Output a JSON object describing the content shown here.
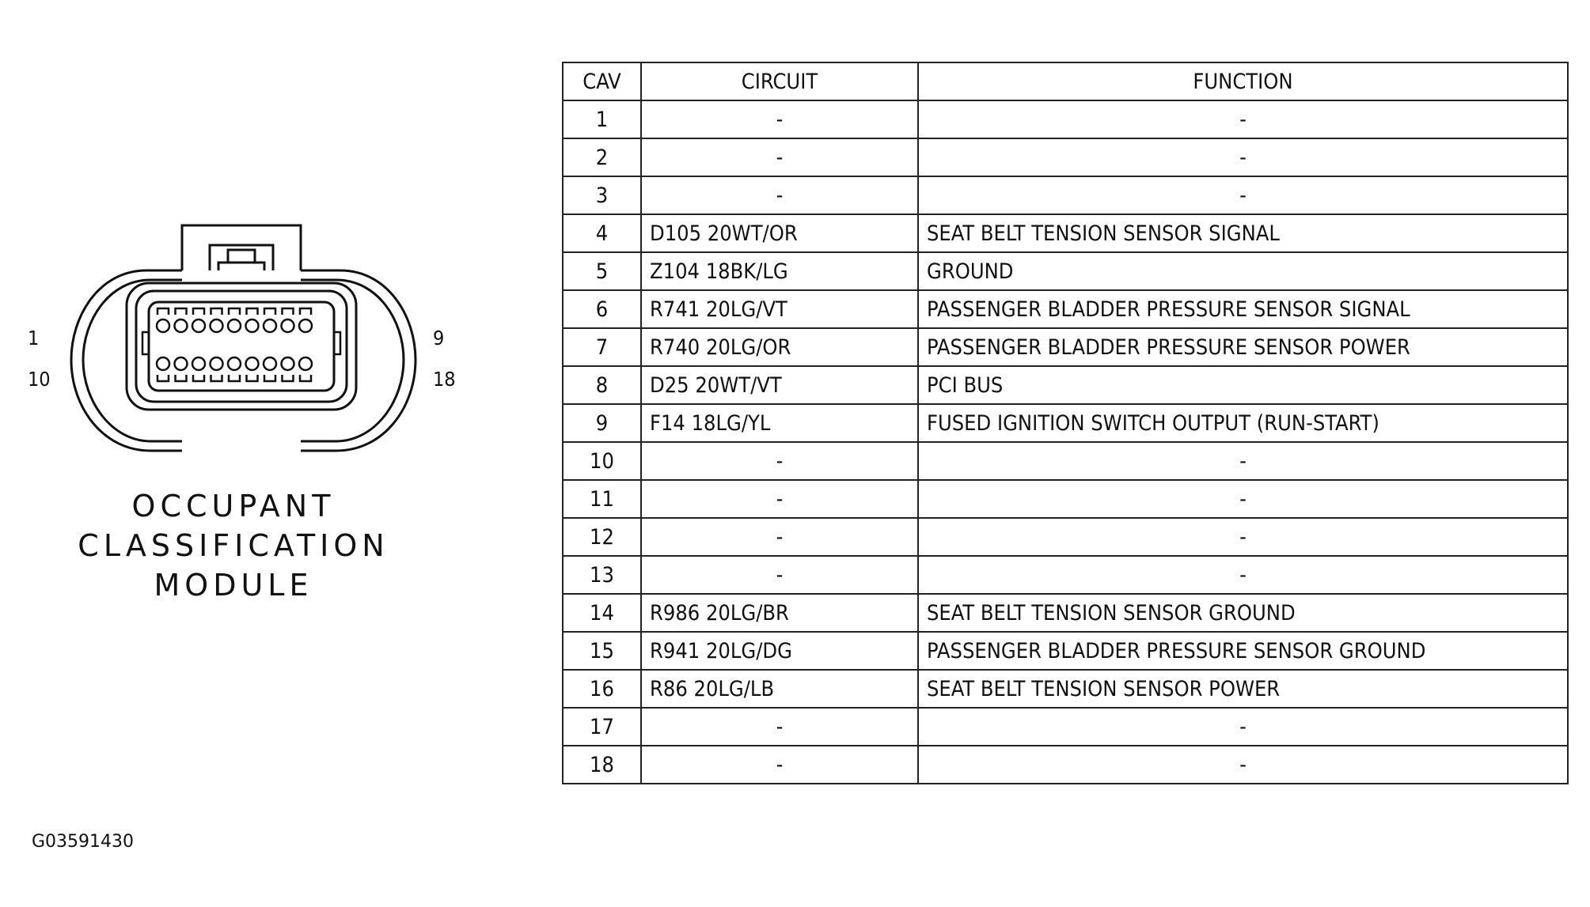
{
  "diagram": {
    "module_name_lines": [
      "OCCUPANT",
      "CLASSIFICATION",
      "MODULE"
    ],
    "pin_labels": {
      "top_left": "1",
      "bottom_left": "10",
      "top_right": "9",
      "bottom_right": "18"
    },
    "figure_code": "G03591430"
  },
  "table": {
    "headers": {
      "cav": "CAV",
      "circuit": "CIRCUIT",
      "function": "FUNCTION"
    },
    "rows": [
      {
        "cav": "1",
        "circuit": "-",
        "function": "-"
      },
      {
        "cav": "2",
        "circuit": "-",
        "function": "-"
      },
      {
        "cav": "3",
        "circuit": "-",
        "function": "-"
      },
      {
        "cav": "4",
        "circuit": "D105 20WT/OR",
        "function": "SEAT BELT TENSION SENSOR SIGNAL"
      },
      {
        "cav": "5",
        "circuit": "Z104 18BK/LG",
        "function": "GROUND"
      },
      {
        "cav": "6",
        "circuit": "R741 20LG/VT",
        "function": "PASSENGER BLADDER PRESSURE SENSOR SIGNAL"
      },
      {
        "cav": "7",
        "circuit": "R740 20LG/OR",
        "function": "PASSENGER BLADDER PRESSURE SENSOR POWER"
      },
      {
        "cav": "8",
        "circuit": "D25 20WT/VT",
        "function": "PCI BUS"
      },
      {
        "cav": "9",
        "circuit": "F14 18LG/YL",
        "function": "FUSED IGNITION SWITCH OUTPUT (RUN-START)"
      },
      {
        "cav": "10",
        "circuit": "-",
        "function": "-"
      },
      {
        "cav": "11",
        "circuit": "-",
        "function": "-"
      },
      {
        "cav": "12",
        "circuit": "-",
        "function": "-"
      },
      {
        "cav": "13",
        "circuit": "-",
        "function": "-"
      },
      {
        "cav": "14",
        "circuit": "R986 20LG/BR",
        "function": "SEAT BELT TENSION SENSOR GROUND"
      },
      {
        "cav": "15",
        "circuit": "R941 20LG/DG",
        "function": "PASSENGER BLADDER PRESSURE SENSOR GROUND"
      },
      {
        "cav": "16",
        "circuit": "R86 20LG/LB",
        "function": "SEAT BELT TENSION SENSOR POWER"
      },
      {
        "cav": "17",
        "circuit": "-",
        "function": "-"
      },
      {
        "cav": "18",
        "circuit": "-",
        "function": "-"
      }
    ]
  }
}
